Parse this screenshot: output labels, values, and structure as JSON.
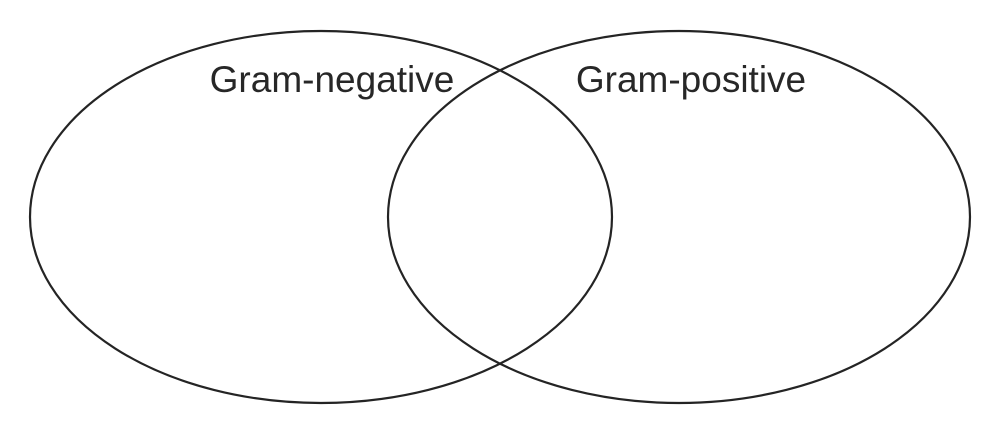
{
  "diagram": {
    "type": "venn",
    "sets": [
      {
        "id": "left",
        "label": "Gram-negative"
      },
      {
        "id": "right",
        "label": "Gram-positive"
      }
    ]
  },
  "colors": {
    "background": "#ffffff",
    "outline": "#242424",
    "label_text": "#272727"
  }
}
